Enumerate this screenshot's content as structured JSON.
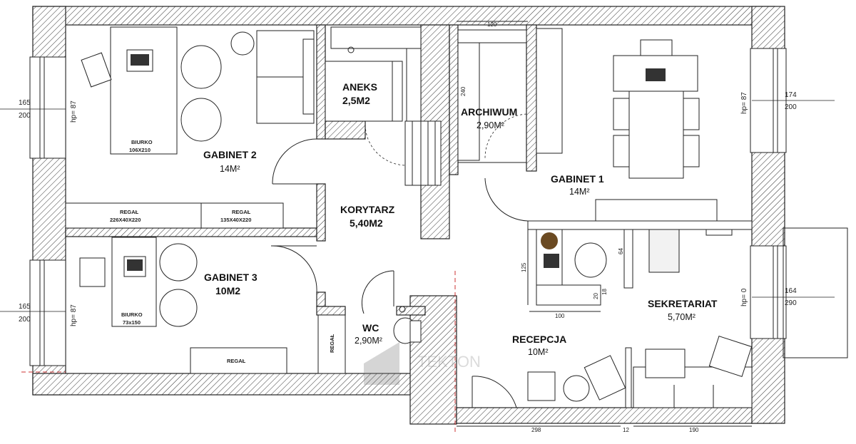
{
  "rooms": {
    "gabinet2": {
      "name": "GABINET 2",
      "area": "14M²"
    },
    "gabinet3": {
      "name": "GABINET 3",
      "area": "10M2"
    },
    "gabinet1": {
      "name": "GABINET 1",
      "area": "14M²"
    },
    "aneks": {
      "name": "ANEKS",
      "area": "2,5M2"
    },
    "archiwum": {
      "name": "ARCHIWUM",
      "area": "2,90M²"
    },
    "korytarz": {
      "name": "KORYTARZ",
      "area": "5,40M2"
    },
    "wc": {
      "name": "WC",
      "area": "2,90M²"
    },
    "recepcja": {
      "name": "RECEPCJA",
      "area": "10M²"
    },
    "sekretariat": {
      "name": "SEKRETARIAT",
      "area": "5,70M²"
    }
  },
  "furniture": {
    "biurko1_name": "BIURKO",
    "biurko1_size": "106X210",
    "biurko2_name": "BIURKO",
    "biurko2_size": "73x150",
    "regal1_name": "REGAŁ",
    "regal1_size": "226X40X220",
    "regal2_name": "REGAŁ",
    "regal2_size": "135X40X220",
    "regal3": "REGAŁ",
    "regal4": "REGAŁ"
  },
  "windows": {
    "w1_top": "165",
    "w1_bottom": "200",
    "w1_hp": "hp= 87",
    "w2_top": "165",
    "w2_bottom": "200",
    "w2_hp": "hp= 87",
    "w3_top": "174",
    "w3_bottom": "200",
    "w3_hp": "hp= 87",
    "w4_top": "164",
    "w4_bottom": "290",
    "w4_hp": "hp= 0"
  },
  "dimensions": {
    "d120": "120",
    "d240": "240",
    "d125": "125",
    "d100": "100",
    "d64": "64",
    "d18": "18",
    "d20": "20",
    "d298": "298",
    "d12": "12",
    "d190": "190"
  },
  "watermark": "TEKTON"
}
